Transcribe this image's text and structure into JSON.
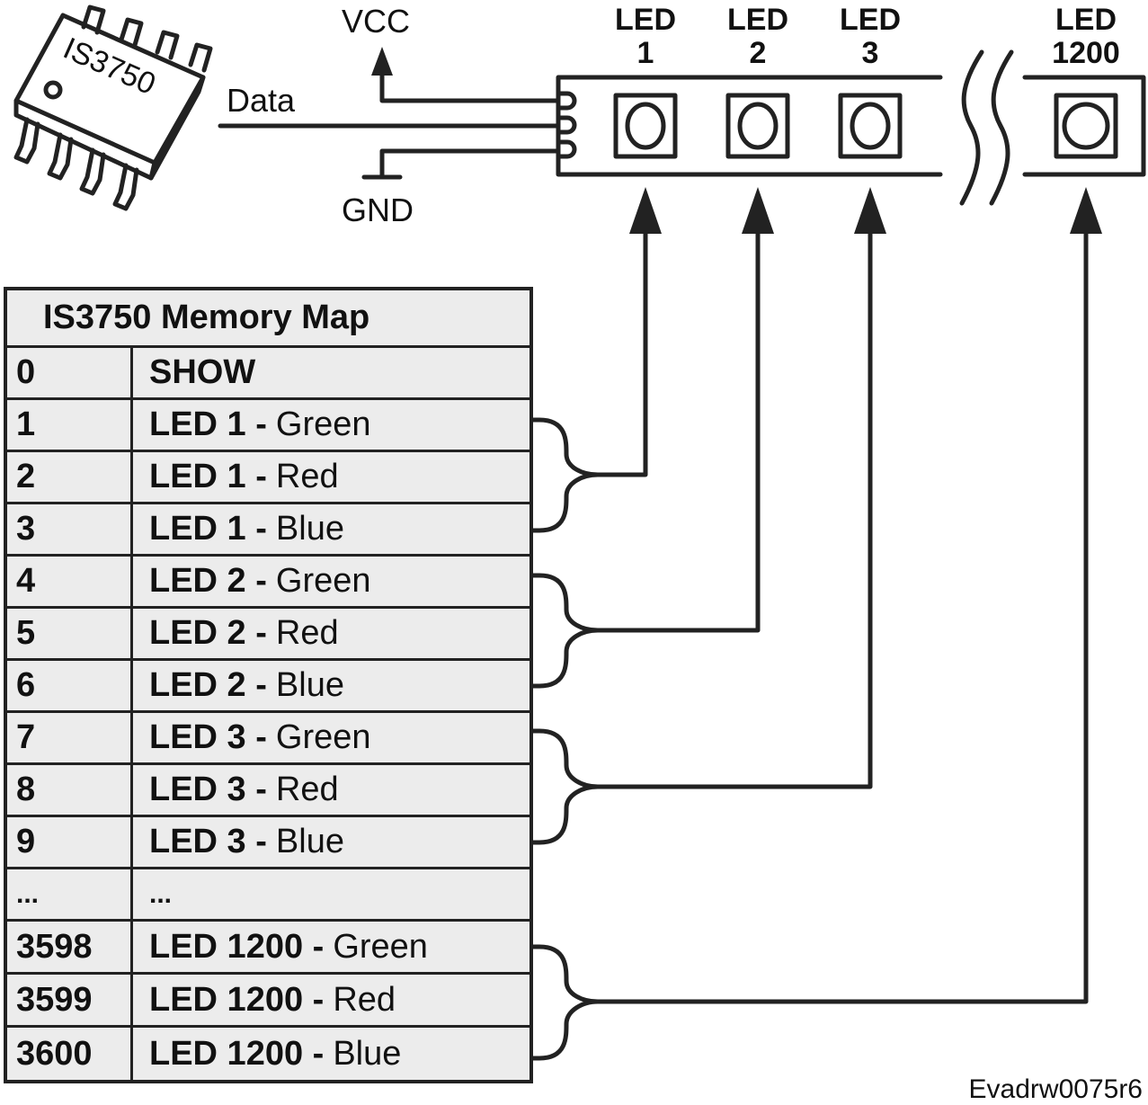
{
  "chip": {
    "label": "IS3750"
  },
  "signals": {
    "vcc": "VCC",
    "data": "Data",
    "gnd": "GND"
  },
  "strip": {
    "leds": [
      {
        "top": "LED",
        "num": "1"
      },
      {
        "top": "LED",
        "num": "2"
      },
      {
        "top": "LED",
        "num": "3"
      },
      {
        "top": "LED",
        "num": "1200"
      }
    ]
  },
  "memory_map": {
    "title": "IS3750 Memory Map",
    "rows": [
      {
        "addr": "0",
        "led": "SHOW",
        "color": ""
      },
      {
        "addr": "1",
        "led": "LED 1 -",
        "color": "Green"
      },
      {
        "addr": "2",
        "led": "LED 1 -",
        "color": "Red"
      },
      {
        "addr": "3",
        "led": "LED 1 -",
        "color": "Blue"
      },
      {
        "addr": "4",
        "led": "LED 2 -",
        "color": "Green"
      },
      {
        "addr": "5",
        "led": "LED 2 -",
        "color": "Red"
      },
      {
        "addr": "6",
        "led": "LED 2 -",
        "color": "Blue"
      },
      {
        "addr": "7",
        "led": "LED 3 -",
        "color": "Green"
      },
      {
        "addr": "8",
        "led": "LED 3 -",
        "color": "Red"
      },
      {
        "addr": "9",
        "led": "LED 3 -",
        "color": "Blue"
      },
      {
        "addr": "...",
        "led": "...",
        "color": ""
      },
      {
        "addr": "3598",
        "led": "LED 1200 -",
        "color": "Green"
      },
      {
        "addr": "3599",
        "led": "LED 1200 -",
        "color": "Red"
      },
      {
        "addr": "3600",
        "led": "LED 1200 -",
        "color": "Blue"
      }
    ]
  },
  "caption": "Evadrw0075r6",
  "colors": {
    "line": "#222222",
    "table_bg": "#ececec",
    "background": "#ffffff"
  }
}
